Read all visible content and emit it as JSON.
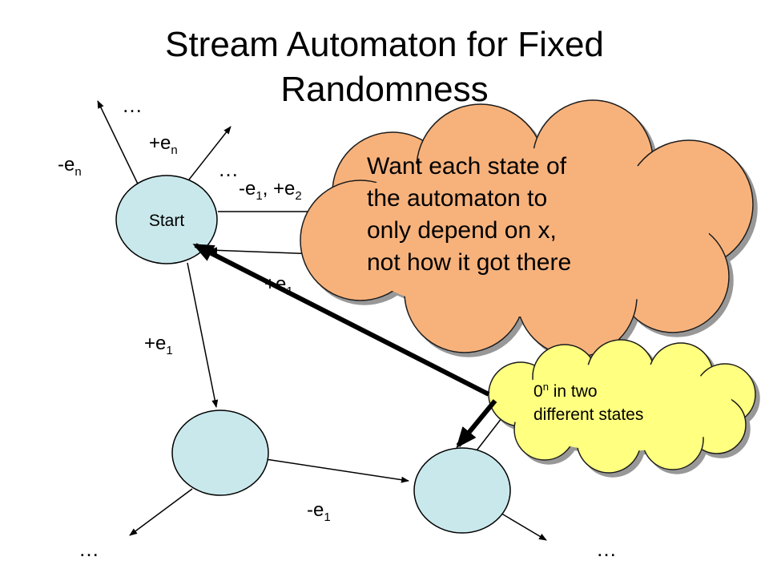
{
  "slide": {
    "title_line1": "Stream Automaton for Fixed",
    "title_line2": "Randomness"
  },
  "nodes": {
    "start_label": "Start"
  },
  "edge_labels": {
    "minus_en_base": "-e",
    "minus_en_sub": "n",
    "plus_en_base": "+e",
    "plus_en_sub": "n",
    "minus_e1_plus_e2_a": "-e",
    "minus_e1_plus_e2_sub1": "1",
    "minus_e1_plus_e2_b": ", +e",
    "minus_e1_plus_e2_sub2": "2",
    "plus_e1_mid_base": "+e",
    "plus_e1_mid_sub": "1",
    "plus_e1_left_base": "+e",
    "plus_e1_left_sub": "1",
    "minus_e1_bottom_base": "-e",
    "minus_e1_bottom_sub": "1"
  },
  "ellipses": {
    "top_left": "…",
    "top_mid": "…",
    "bottom_left": "…",
    "bottom_right": "…"
  },
  "callouts": {
    "big_cloud": {
      "line1": "Want each state of",
      "line2": "the automaton to",
      "line3": "only depend on x,",
      "line4": "not how it got there"
    },
    "small_cloud": {
      "base": "0",
      "sup": "n",
      "line1_rest": " in two",
      "line2": "different states"
    }
  },
  "colors": {
    "node_fill": "#c9e8ec",
    "big_cloud_fill": "#f7b27b",
    "small_cloud_fill": "#ffff80"
  }
}
